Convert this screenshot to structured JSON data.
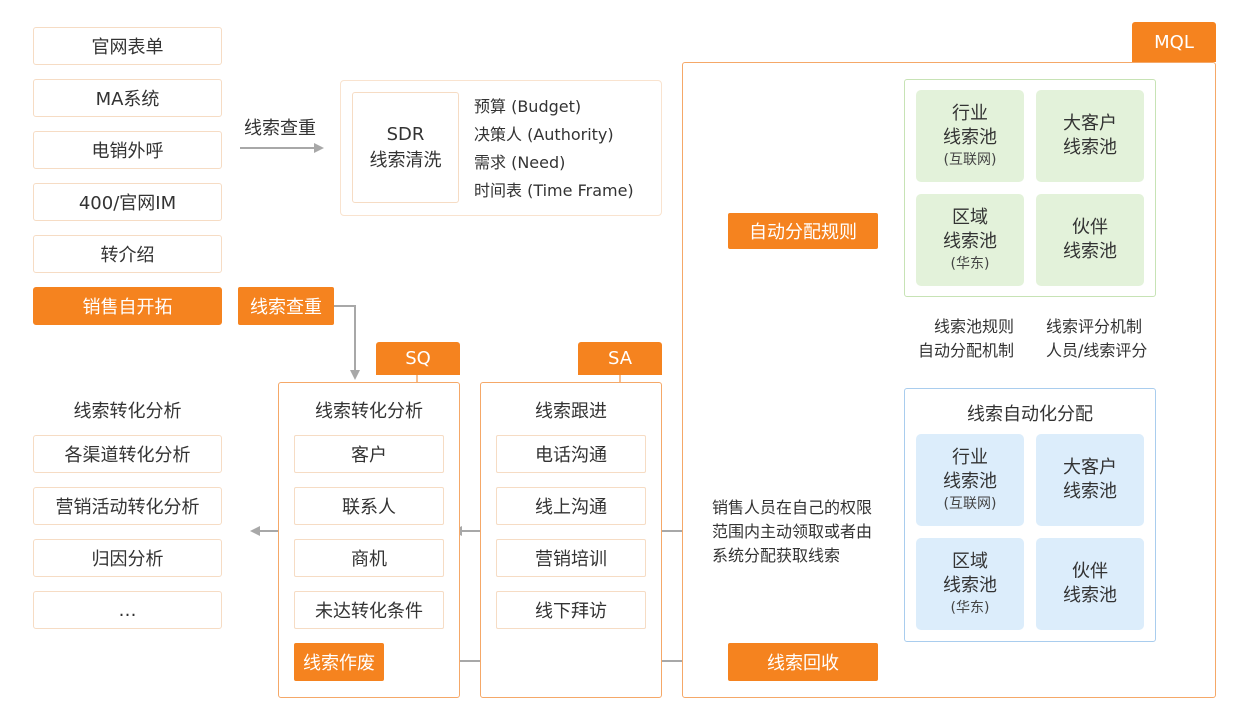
{
  "sources": [
    "官网表单",
    "MA系统",
    "电销外呼",
    "400/官网IM",
    "转介绍",
    "销售自开拓"
  ],
  "dedup_label_top": "线索查重",
  "dedup_tag": "线索查重",
  "sdr": {
    "title_line1": "SDR",
    "title_line2": "线索清洗",
    "criteria": [
      "预算 (Budget)",
      "决策人 (Authority)",
      "需求 (Need)",
      "时间表 (Time Frame)"
    ]
  },
  "analysis_left": {
    "title": "线索转化分析",
    "items": [
      "各渠道转化分析",
      "营销活动转化分析",
      "归因分析",
      "…"
    ]
  },
  "sq": {
    "tab": "SQ",
    "title": "线索转化分析",
    "items": [
      "客户",
      "联系人",
      "商机",
      "未达转化条件"
    ],
    "discard": "线索作废"
  },
  "sa": {
    "tab": "SA",
    "title": "线索跟进",
    "items": [
      "电话沟通",
      "线上沟通",
      "营销培训",
      "线下拜访"
    ]
  },
  "mql": {
    "tab": "MQL",
    "auto_rule": "自动分配规则",
    "recycle": "线索回收",
    "assign_note": "销售人员在自己的权限范围内主动领取或者由系统分配获取线索",
    "green_pools": [
      {
        "l1": "行业",
        "l2": "线索池",
        "sub": "(互联网)"
      },
      {
        "l1": "大客户",
        "l2": "线索池",
        "sub": ""
      },
      {
        "l1": "区域",
        "l2": "线索池",
        "sub": "(华东)"
      },
      {
        "l1": "伙伴",
        "l2": "线索池",
        "sub": ""
      }
    ],
    "mid_left": [
      "线索池规则",
      "自动分配机制"
    ],
    "mid_right": [
      "线索评分机制",
      "人员/线索评分"
    ],
    "blue_title": "线索自动化分配",
    "blue_pools": [
      {
        "l1": "行业",
        "l2": "线索池",
        "sub": "(互联网)"
      },
      {
        "l1": "大客户",
        "l2": "线索池",
        "sub": ""
      },
      {
        "l1": "区域",
        "l2": "线索池",
        "sub": "(华东)"
      },
      {
        "l1": "伙伴",
        "l2": "线索池",
        "sub": ""
      }
    ]
  },
  "colors": {
    "accent": "#f5831f",
    "green": "#e3f2da",
    "blue": "#dcedfb",
    "arrow": "#a8a8a8"
  }
}
